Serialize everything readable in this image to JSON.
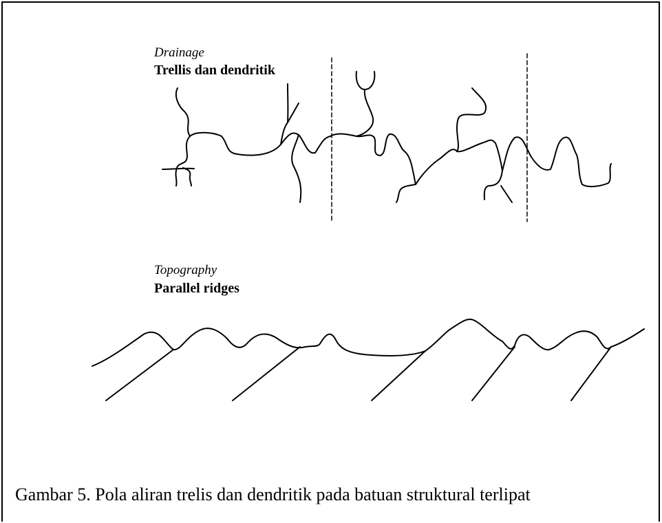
{
  "drainage": {
    "heading": "Drainage",
    "subheading": "Trellis dan dendritik"
  },
  "topography": {
    "heading": "Topography",
    "subheading": "Parallel ridges"
  },
  "caption": "Gambar 5. Pola aliran trelis dan dendritik pada batuan struktural terlipat"
}
